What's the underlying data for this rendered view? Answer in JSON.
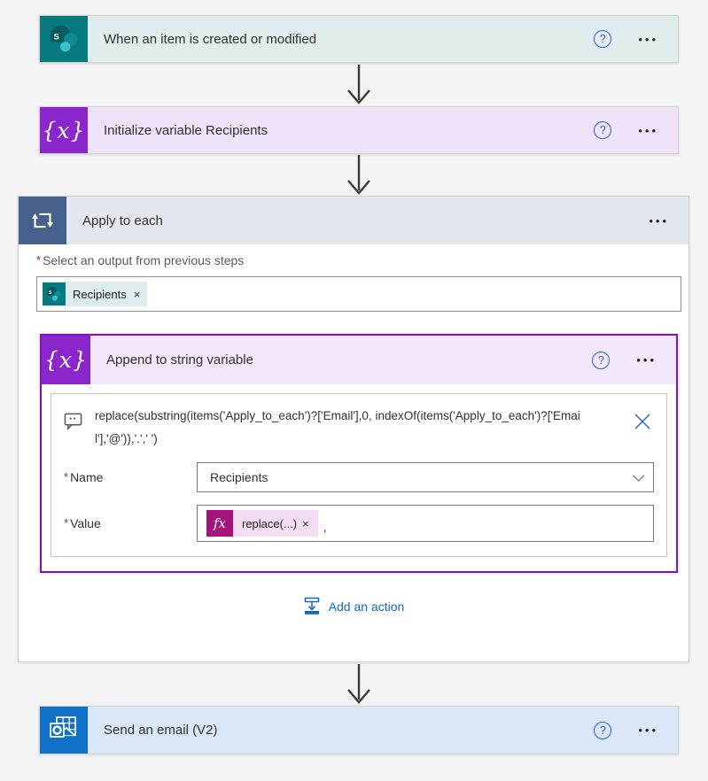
{
  "colors": {
    "canvas_bg": "#f5f4f5",
    "sharepoint_teal": "#067a7e",
    "sharepoint_card_bg": "#e0edec",
    "variable_purple": "#8a26cc",
    "variable_card_bg": "#efe3f9",
    "scope_slate": "#45618c",
    "scope_header_bg": "#e3e8ef",
    "selected_border_purple": "#7c10d5",
    "outlook_blue": "#1171c8",
    "outlook_card_bg": "#d9e7f6",
    "help_icon_blue": "#2b5fe1",
    "link_blue": "#0f6cbd",
    "fx_magenta": "#a4137e",
    "fx_pill_bg": "#f3def4",
    "required_red": "#a4262c"
  },
  "glyphs": {
    "help": "?",
    "menu": "•••",
    "remove": "×",
    "variable_icon": "{x}",
    "sharepoint_letter": "S",
    "fx": "fx",
    "required": "*"
  },
  "trigger_card": {
    "title": "When an item is created or modified"
  },
  "init_var_card": {
    "title": "Initialize variable Recipients"
  },
  "apply_to_each": {
    "title": "Apply to each",
    "output_label": "Select an output from previous steps",
    "token": {
      "label": "Recipients"
    },
    "append_card": {
      "title": "Append to string variable",
      "expression": "replace(substring(items('Apply_to_each')?['Email'],0, indexOf(items('Apply_to_each')?['Email'],'@')),'.',' ')",
      "name_label": "Name",
      "name_value": "Recipients",
      "value_label": "Value",
      "fx_token_label": "replace(...)",
      "value_suffix": ","
    },
    "add_action_label": "Add an action"
  },
  "email_card": {
    "title": "Send an email (V2)"
  }
}
